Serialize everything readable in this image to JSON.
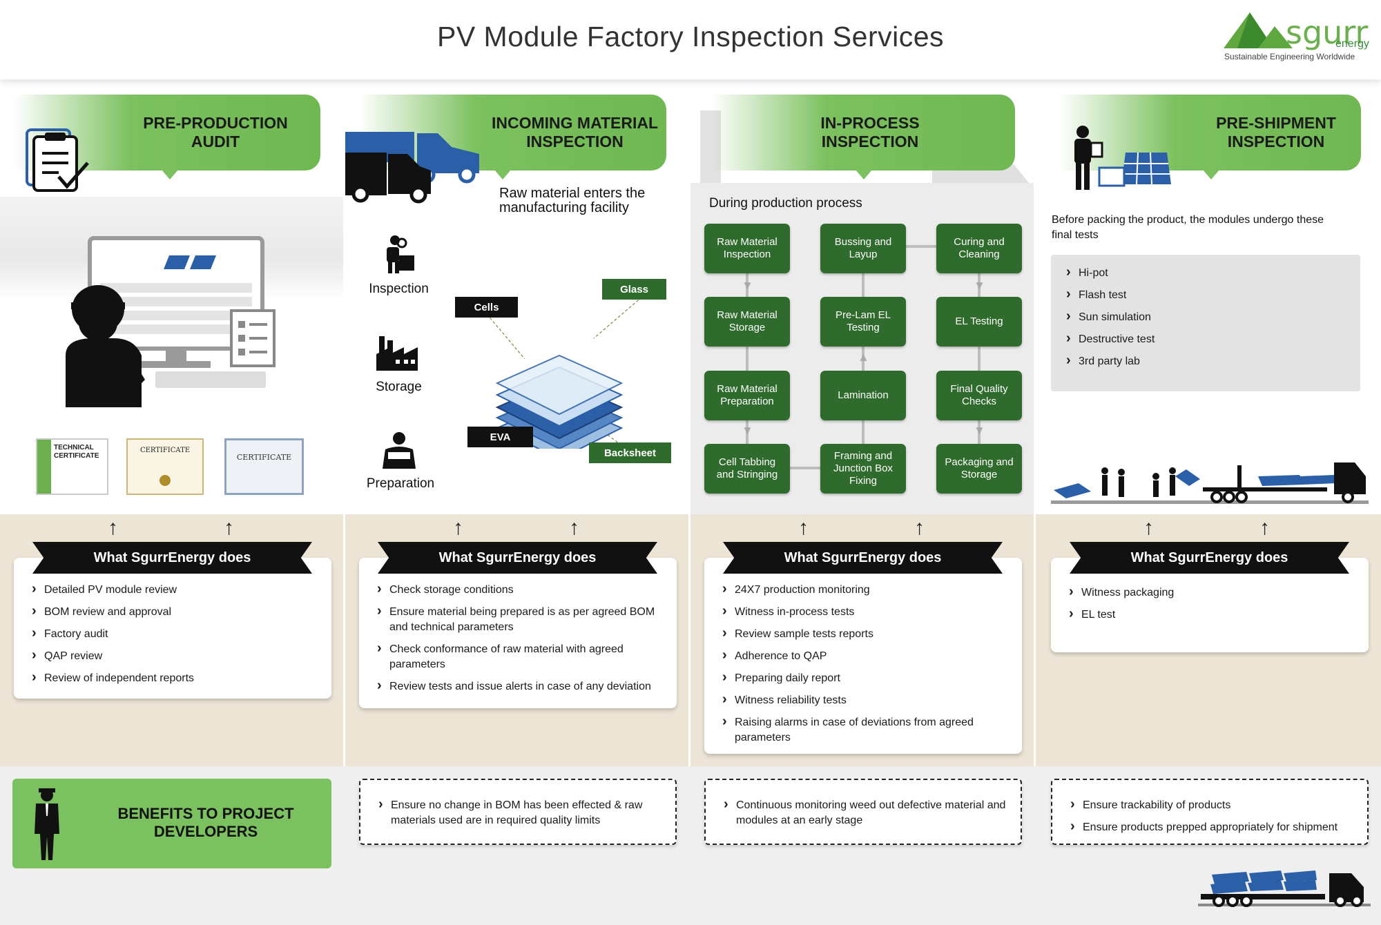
{
  "header": {
    "title": "PV Module Factory Inspection Services",
    "logo_name": "sgurr",
    "logo_sub": "energy",
    "logo_tagline": "Sustainable Engineering Worldwide"
  },
  "colors": {
    "green": "#7cc15f",
    "dark_green": "#2f6b2c",
    "beige": "#ece4d5",
    "black": "#111111",
    "blue": "#2b5fa8"
  },
  "stages": {
    "pre_production": {
      "title": "PRE-PRODUCTION\nAUDIT",
      "certificates": [
        "TECHNICAL CERTIFICATE",
        "CERTIFICATE",
        "CERTIFICATE"
      ]
    },
    "incoming": {
      "title": "INCOMING MATERIAL\nINSPECTION",
      "subtitle": "Raw material enters the manufacturing facility",
      "steps": [
        "Inspection",
        "Storage",
        "Preparation"
      ],
      "layers": {
        "cells": "Cells",
        "glass": "Glass",
        "eva": "EVA",
        "backsheet": "Backsheet"
      }
    },
    "in_process": {
      "title": "IN-PROCESS\nINSPECTION",
      "subtitle": "During production process",
      "flow": [
        [
          "Raw Material\nInspection",
          "Bussing and\nLayup",
          "Curing and\nCleaning"
        ],
        [
          "Raw Material\nStorage",
          "Pre-Lam EL\nTesting",
          "EL Testing"
        ],
        [
          "Raw Material\nPreparation",
          "Lamination",
          "Final Quality\nChecks"
        ],
        [
          "Cell Tabbing\nand Stringing",
          "Framing and\nJunction Box\nFixing",
          "Packaging and\nStorage"
        ]
      ]
    },
    "pre_shipment": {
      "title": "PRE-SHIPMENT\nINSPECTION",
      "subtitle": "Before packing the product, the modules undergo these final tests",
      "tests": [
        "Hi-pot",
        "Flash test",
        "Sun simulation",
        "Destructive test",
        "3rd party lab"
      ]
    }
  },
  "does_title": "What SgurrEnergy does",
  "does": [
    [
      "Detailed PV module review",
      "BOM review and approval",
      "Factory audit",
      "QAP review",
      "Review of independent reports"
    ],
    [
      "Check storage conditions",
      "Ensure material being prepared is as per agreed BOM and technical parameters",
      "Check conformance of raw material with agreed parameters",
      "Review tests and issue alerts in case of any deviation"
    ],
    [
      "24X7 production monitoring",
      "Witness in-process tests",
      "Review sample tests reports",
      "Adherence to QAP",
      "Preparing daily report",
      "Witness reliability tests",
      "Raising alarms in case of deviations from agreed parameters"
    ],
    [
      "Witness packaging",
      "EL test"
    ]
  ],
  "benefits": {
    "title": "BENEFITS TO PROJECT\nDEVELOPERS",
    "items": [
      [
        "Ensure no change in BOM has been effected & raw materials used are in required quality limits"
      ],
      [
        "Continuous monitoring weed out defective material and modules at an early stage"
      ],
      [
        "Ensure trackability of products",
        "Ensure products prepped appropriately for shipment"
      ]
    ]
  }
}
